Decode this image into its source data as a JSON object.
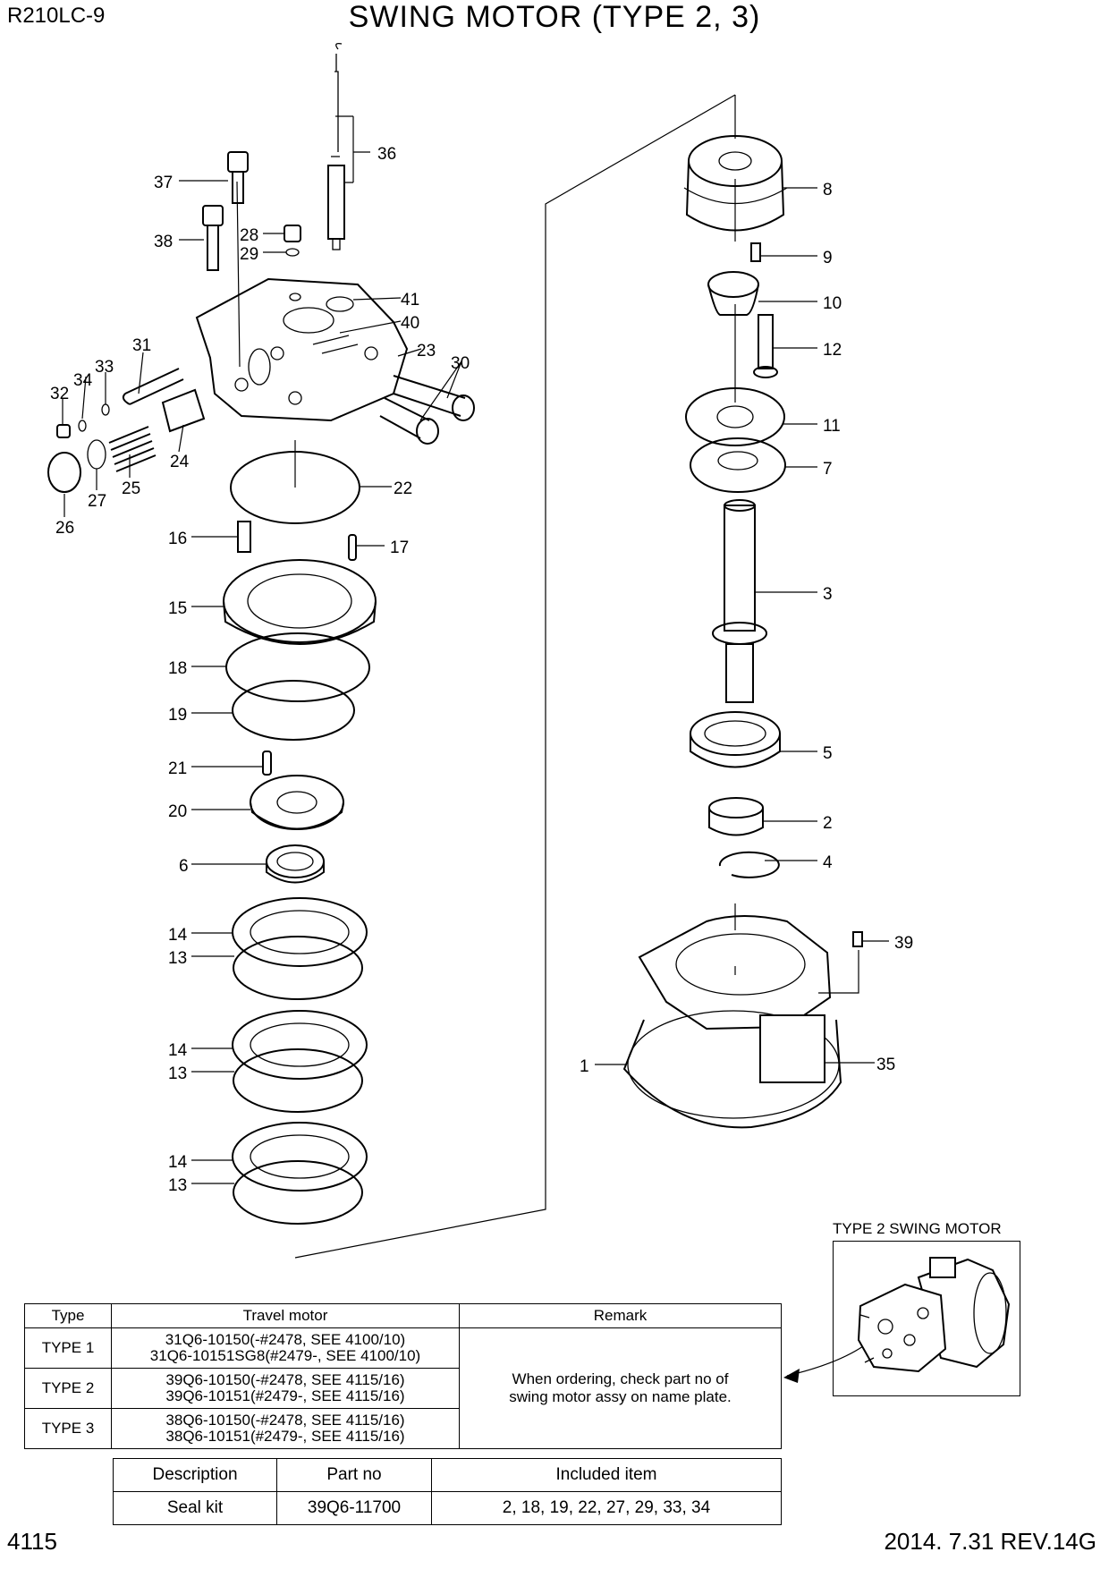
{
  "header": {
    "model": "R210LC-9",
    "title": "SWING MOTOR (TYPE 2, 3)"
  },
  "footer": {
    "page_number": "4115",
    "revision": "2014. 7.31  REV.14G"
  },
  "callouts": [
    "1",
    "2",
    "3",
    "4",
    "5",
    "6",
    "7",
    "8",
    "9",
    "10",
    "11",
    "12",
    "13",
    "13",
    "13",
    "14",
    "14",
    "14",
    "15",
    "16",
    "17",
    "18",
    "19",
    "20",
    "21",
    "22",
    "23",
    "24",
    "25",
    "26",
    "27",
    "28",
    "29",
    "30",
    "31",
    "32",
    "33",
    "34",
    "35",
    "36",
    "37",
    "38",
    "39",
    "40",
    "41"
  ],
  "inset": {
    "title": "TYPE 2 SWING MOTOR"
  },
  "types_table": {
    "headers": [
      "Type",
      "Travel motor",
      "Remark"
    ],
    "rows": [
      {
        "type": "TYPE 1",
        "motor_line1": "31Q6-10150(-#2478, SEE 4100/10)",
        "motor_line2": "31Q6-10151SG8(#2479-, SEE 4100/10)"
      },
      {
        "type": "TYPE 2",
        "motor_line1": "39Q6-10150(-#2478, SEE 4115/16)",
        "motor_line2": "39Q6-10151(#2479-, SEE 4115/16)"
      },
      {
        "type": "TYPE 3",
        "motor_line1": "38Q6-10150(-#2478, SEE 4115/16)",
        "motor_line2": "38Q6-10151(#2479-, SEE 4115/16)"
      }
    ],
    "remark_line1": "When ordering, check part no of",
    "remark_line2": "swing motor assy on name plate."
  },
  "seal_table": {
    "headers": [
      "Description",
      "Part no",
      "Included item"
    ],
    "row": {
      "description": "Seal kit",
      "part_no": "39Q6-11700",
      "included": "2, 18, 19, 22, 27, 29, 33, 34"
    }
  }
}
